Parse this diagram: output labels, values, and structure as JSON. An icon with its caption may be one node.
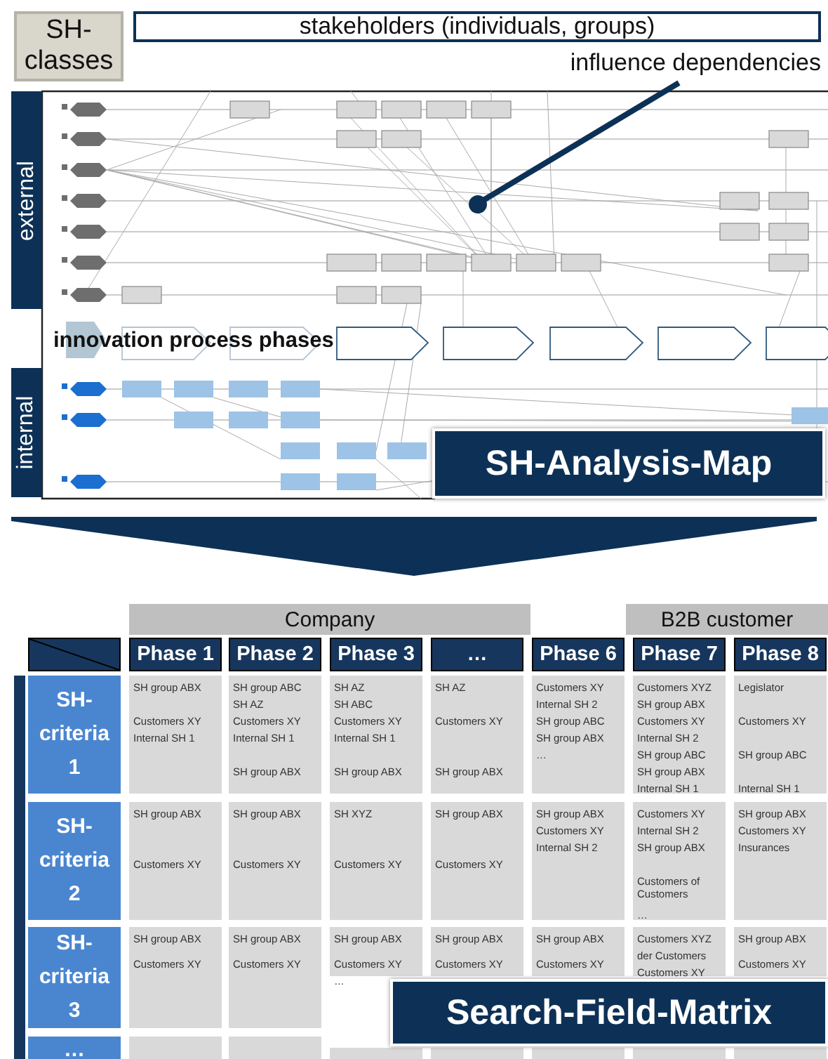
{
  "diagram": {
    "nodes": [
      {
        "text": [
          "SH- classes"
        ]
      },
      {
        "text": [
          "stakeholders (individuals, groups)"
        ]
      },
      {
        "text": [
          "influence dependencies"
        ]
      },
      {
        "text": [
          "external"
        ]
      },
      {
        "text": [
          "innovation process phases"
        ]
      },
      {
        "text": [
          "internal"
        ]
      },
      {
        "text": [
          "SH-Analysis-Map"
        ]
      },
      {
        "text": [
          "Company"
        ]
      },
      {
        "text": [
          "B2B customer"
        ]
      },
      {
        "text": [],
        "shape": "box"
      },
      {
        "text": [
          "Phase 1"
        ]
      },
      {
        "text": [
          "Phase 2"
        ]
      },
      {
        "text": [
          "Phase 3"
        ]
      },
      {
        "text": [
          "…"
        ]
      },
      {
        "text": [
          "Phase 6"
        ]
      },
      {
        "text": [
          "Phase 7"
        ]
      },
      {
        "text": [
          "Phase 8"
        ]
      },
      {
        "text": [
          "SH- criteria 1"
        ]
      },
      {
        "text": [
          "SH group ABX",
          "Customers XY",
          "Internal SH 1"
        ]
      },
      {
        "text": [
          "SH group ABC",
          "SH AZ",
          "Customers XY",
          "Internal SH 1",
          "SH group ABX"
        ]
      },
      {
        "text": [
          "SH AZ",
          "SH ABC",
          "Customers XY",
          "Internal SH 1",
          "SH group ABX"
        ]
      },
      {
        "text": [
          "SH AZ",
          "Customers XY",
          "SH group ABX"
        ]
      },
      {
        "text": [
          "Customers XY",
          "Internal SH 2",
          "SH group ABC",
          "SH group ABX",
          "…"
        ]
      },
      {
        "text": [
          "Customers XYZ",
          "SH group ABX",
          "Customers XY",
          "Internal SH 2",
          "SH group ABC",
          "SH group ABX",
          "Internal SH 1"
        ]
      },
      {
        "text": [
          "Legislator",
          "Customers XY",
          "SH group ABC",
          "Internal SH 1"
        ]
      },
      {
        "text": [
          "SH- criteria 2"
        ]
      },
      {
        "text": [
          "SH group ABX",
          "Customers XY"
        ]
      },
      {
        "text": [
          "SH group ABX",
          "Customers XY"
        ]
      },
      {
        "text": [
          "SH XYZ",
          "Customers XY"
        ]
      },
      {
        "text": [
          "SH group ABX",
          "Customers XY"
        ]
      },
      {
        "text": [
          "SH group ABX",
          "Customers XY",
          "Internal SH 2"
        ]
      },
      {
        "text": [
          "Customers XY",
          "Internal SH 2",
          "SH group ABX",
          "Customers of Customers",
          "…"
        ]
      },
      {
        "text": [
          "SH group ABX",
          "Customers XY",
          "Insurances"
        ]
      },
      {
        "text": [
          "SH- criteria 3"
        ]
      },
      {
        "text": [
          "SH group ABX",
          "Customers XY"
        ]
      },
      {
        "text": [
          "SH group ABX",
          "Customers XY"
        ]
      },
      {
        "text": [
          "SH group ABX",
          "Customers XY",
          "…"
        ]
      },
      {
        "text": [
          "SH group ABX",
          "Customers XY"
        ]
      },
      {
        "text": [
          "SH group ABX",
          "Customers XY"
        ]
      },
      {
        "text": [
          "Customers XYZ",
          "der Customers",
          "Customers XY"
        ]
      },
      {
        "text": [
          "SH group ABX",
          "Customers XY"
        ]
      },
      {
        "text": [
          "…"
        ]
      },
      {
        "text": [],
        "shape": "box"
      },
      {
        "text": [],
        "shape": "box"
      },
      {
        "text": [],
        "shape": "box"
      },
      {
        "text": [],
        "shape": "box"
      },
      {
        "text": [],
        "shape": "box"
      },
      {
        "text": [],
        "shape": "box"
      },
      {
        "text": [],
        "shape": "box"
      },
      {
        "text": [
          "Search-Field-Matrix"
        ]
      },
      {
        "text": [],
        "shape": "circle"
      }
    ],
    "edges": [
      {
        "from": 2,
        "to": 50,
        "arrow": "none"
      }
    ]
  }
}
